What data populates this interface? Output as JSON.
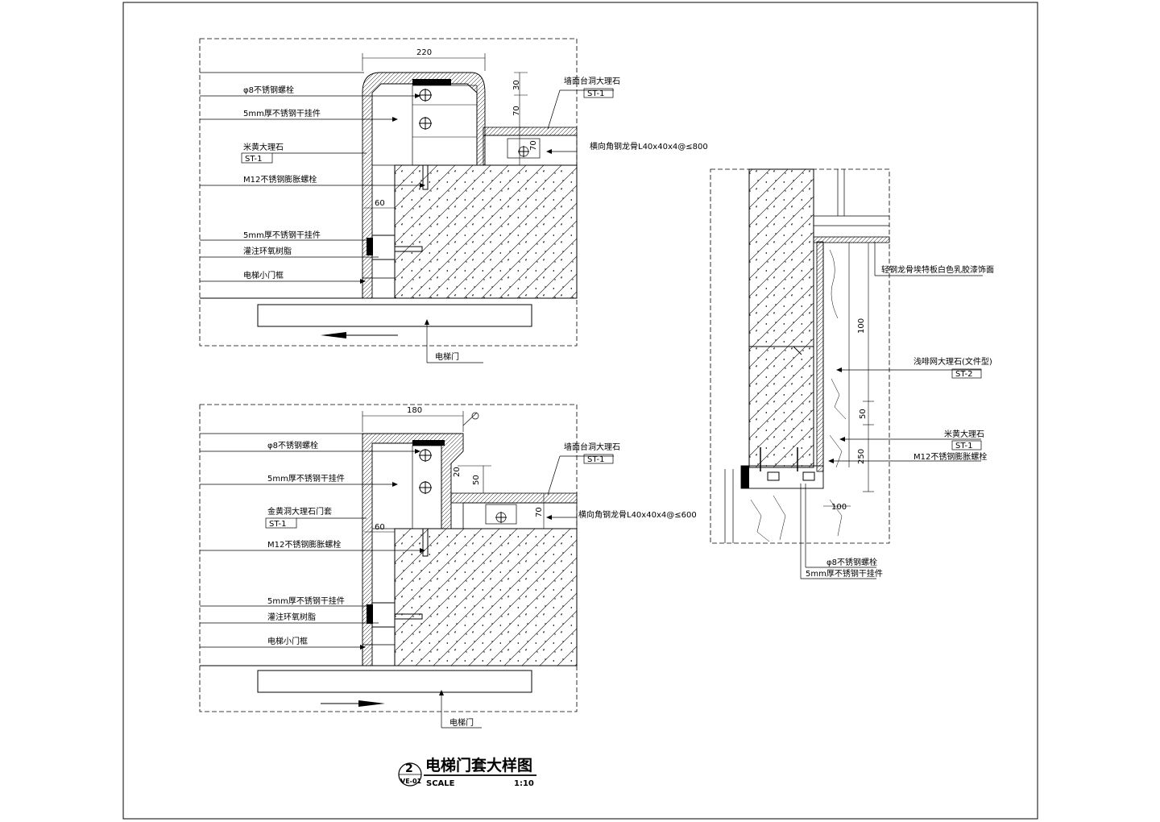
{
  "detail1": {
    "dim_width": "220",
    "dim_30": "30",
    "dim_70a": "70",
    "dim_70b": "70",
    "dim_60": "60",
    "left_labels": [
      "φ8不锈钢螺栓",
      "5mm厚不锈钢干挂件",
      "米黄大理石",
      "M12不锈钢膨胀螺栓",
      "5mm厚不锈钢干挂件",
      "灌注环氧树脂",
      "电梯小门框"
    ],
    "tag_left": "ST-1",
    "right_label": "墙面台洞大理石",
    "right_tag": "ST-1",
    "keel_label": "横向角钢龙骨L40x40x4@≤800",
    "door_label": "电梯门"
  },
  "detail2": {
    "dim_width": "180",
    "dim_20": "20",
    "dim_50": "50",
    "dim_70": "70",
    "dim_60": "60",
    "left_labels": [
      "φ8不锈钢螺栓",
      "5mm厚不锈钢干挂件",
      "金黄洞大理石门套",
      "M12不锈钢膨胀螺栓",
      "5mm厚不锈钢干挂件",
      "灌注环氧树脂",
      "电梯小门框"
    ],
    "tag_left": "ST-1",
    "right_label": "墙面台洞大理石",
    "right_tag": "ST-1",
    "keel_label": "横向角钢龙骨L40x40x4@≤600",
    "door_label": "电梯门"
  },
  "section": {
    "label_ceiling": "轻钢龙骨埃特板白色乳胶漆饰面",
    "label_st2": "浅啡网大理石(文件型)",
    "tag_st2": "ST-2",
    "label_st1": "米黄大理石",
    "tag_st1": "ST-1",
    "label_m12": "M12不锈钢膨胀螺栓",
    "label_phi8": "φ8不锈钢螺栓",
    "label_5mm": "5mm厚不锈钢干挂件",
    "dim_100a": "100",
    "dim_50": "50",
    "dim_250": "250",
    "dim_100b": "100"
  },
  "title_block": {
    "number": "2",
    "sheet_ref": "VE-01",
    "title": "电梯门套大样图",
    "scale_label": "SCALE",
    "scale_value": "1:10"
  }
}
